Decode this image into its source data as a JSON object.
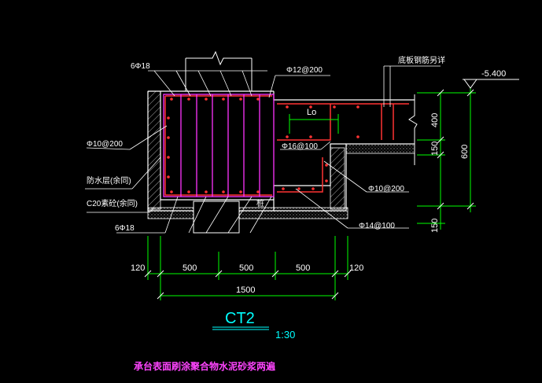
{
  "drawing": {
    "title": "CT2",
    "scale": "1:30",
    "note": "承台表面刷涂聚合物水泥砂浆两遍",
    "elevation": "-5.400",
    "labels": {
      "top_bars": "6Φ18",
      "top_stirrup": "Φ12@200",
      "slab_ref": "底板钢筋另详",
      "lap": "Lo",
      "side_bars": "Φ10@200",
      "mid_bars": "Φ16@100",
      "membrane": "防水层(余同)",
      "cushion": "C20素砼(余同)",
      "bottom_bars": "6Φ18",
      "right_side": "Φ10@200",
      "bottom_right": "Φ14@100",
      "pile_mark": "桩"
    },
    "dims_horizontal": {
      "segments": [
        "120",
        "500",
        "500",
        "500",
        "120"
      ],
      "total": "1500"
    },
    "dims_vertical": {
      "seg1": "400",
      "seg2": "150",
      "total": "600",
      "seg3": "150"
    },
    "colors": {
      "background": "#000000",
      "concrete": "#ffffff",
      "rebar": "#ff3333",
      "stirrup": "#ff33ff",
      "dimension": "#00ff00",
      "title": "#00ffff",
      "note": "#ff44ff"
    }
  }
}
